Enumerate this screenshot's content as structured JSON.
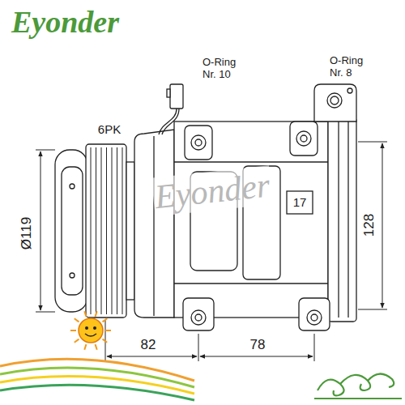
{
  "diagram": {
    "labels": [
      "Eyonder",
      "O-Ring Nr. 10",
      "O-Ring Nr. 8",
      "6PK",
      "Ø119",
      "128",
      "82",
      "78",
      "17",
      "Eyonder"
    ]
  }
}
